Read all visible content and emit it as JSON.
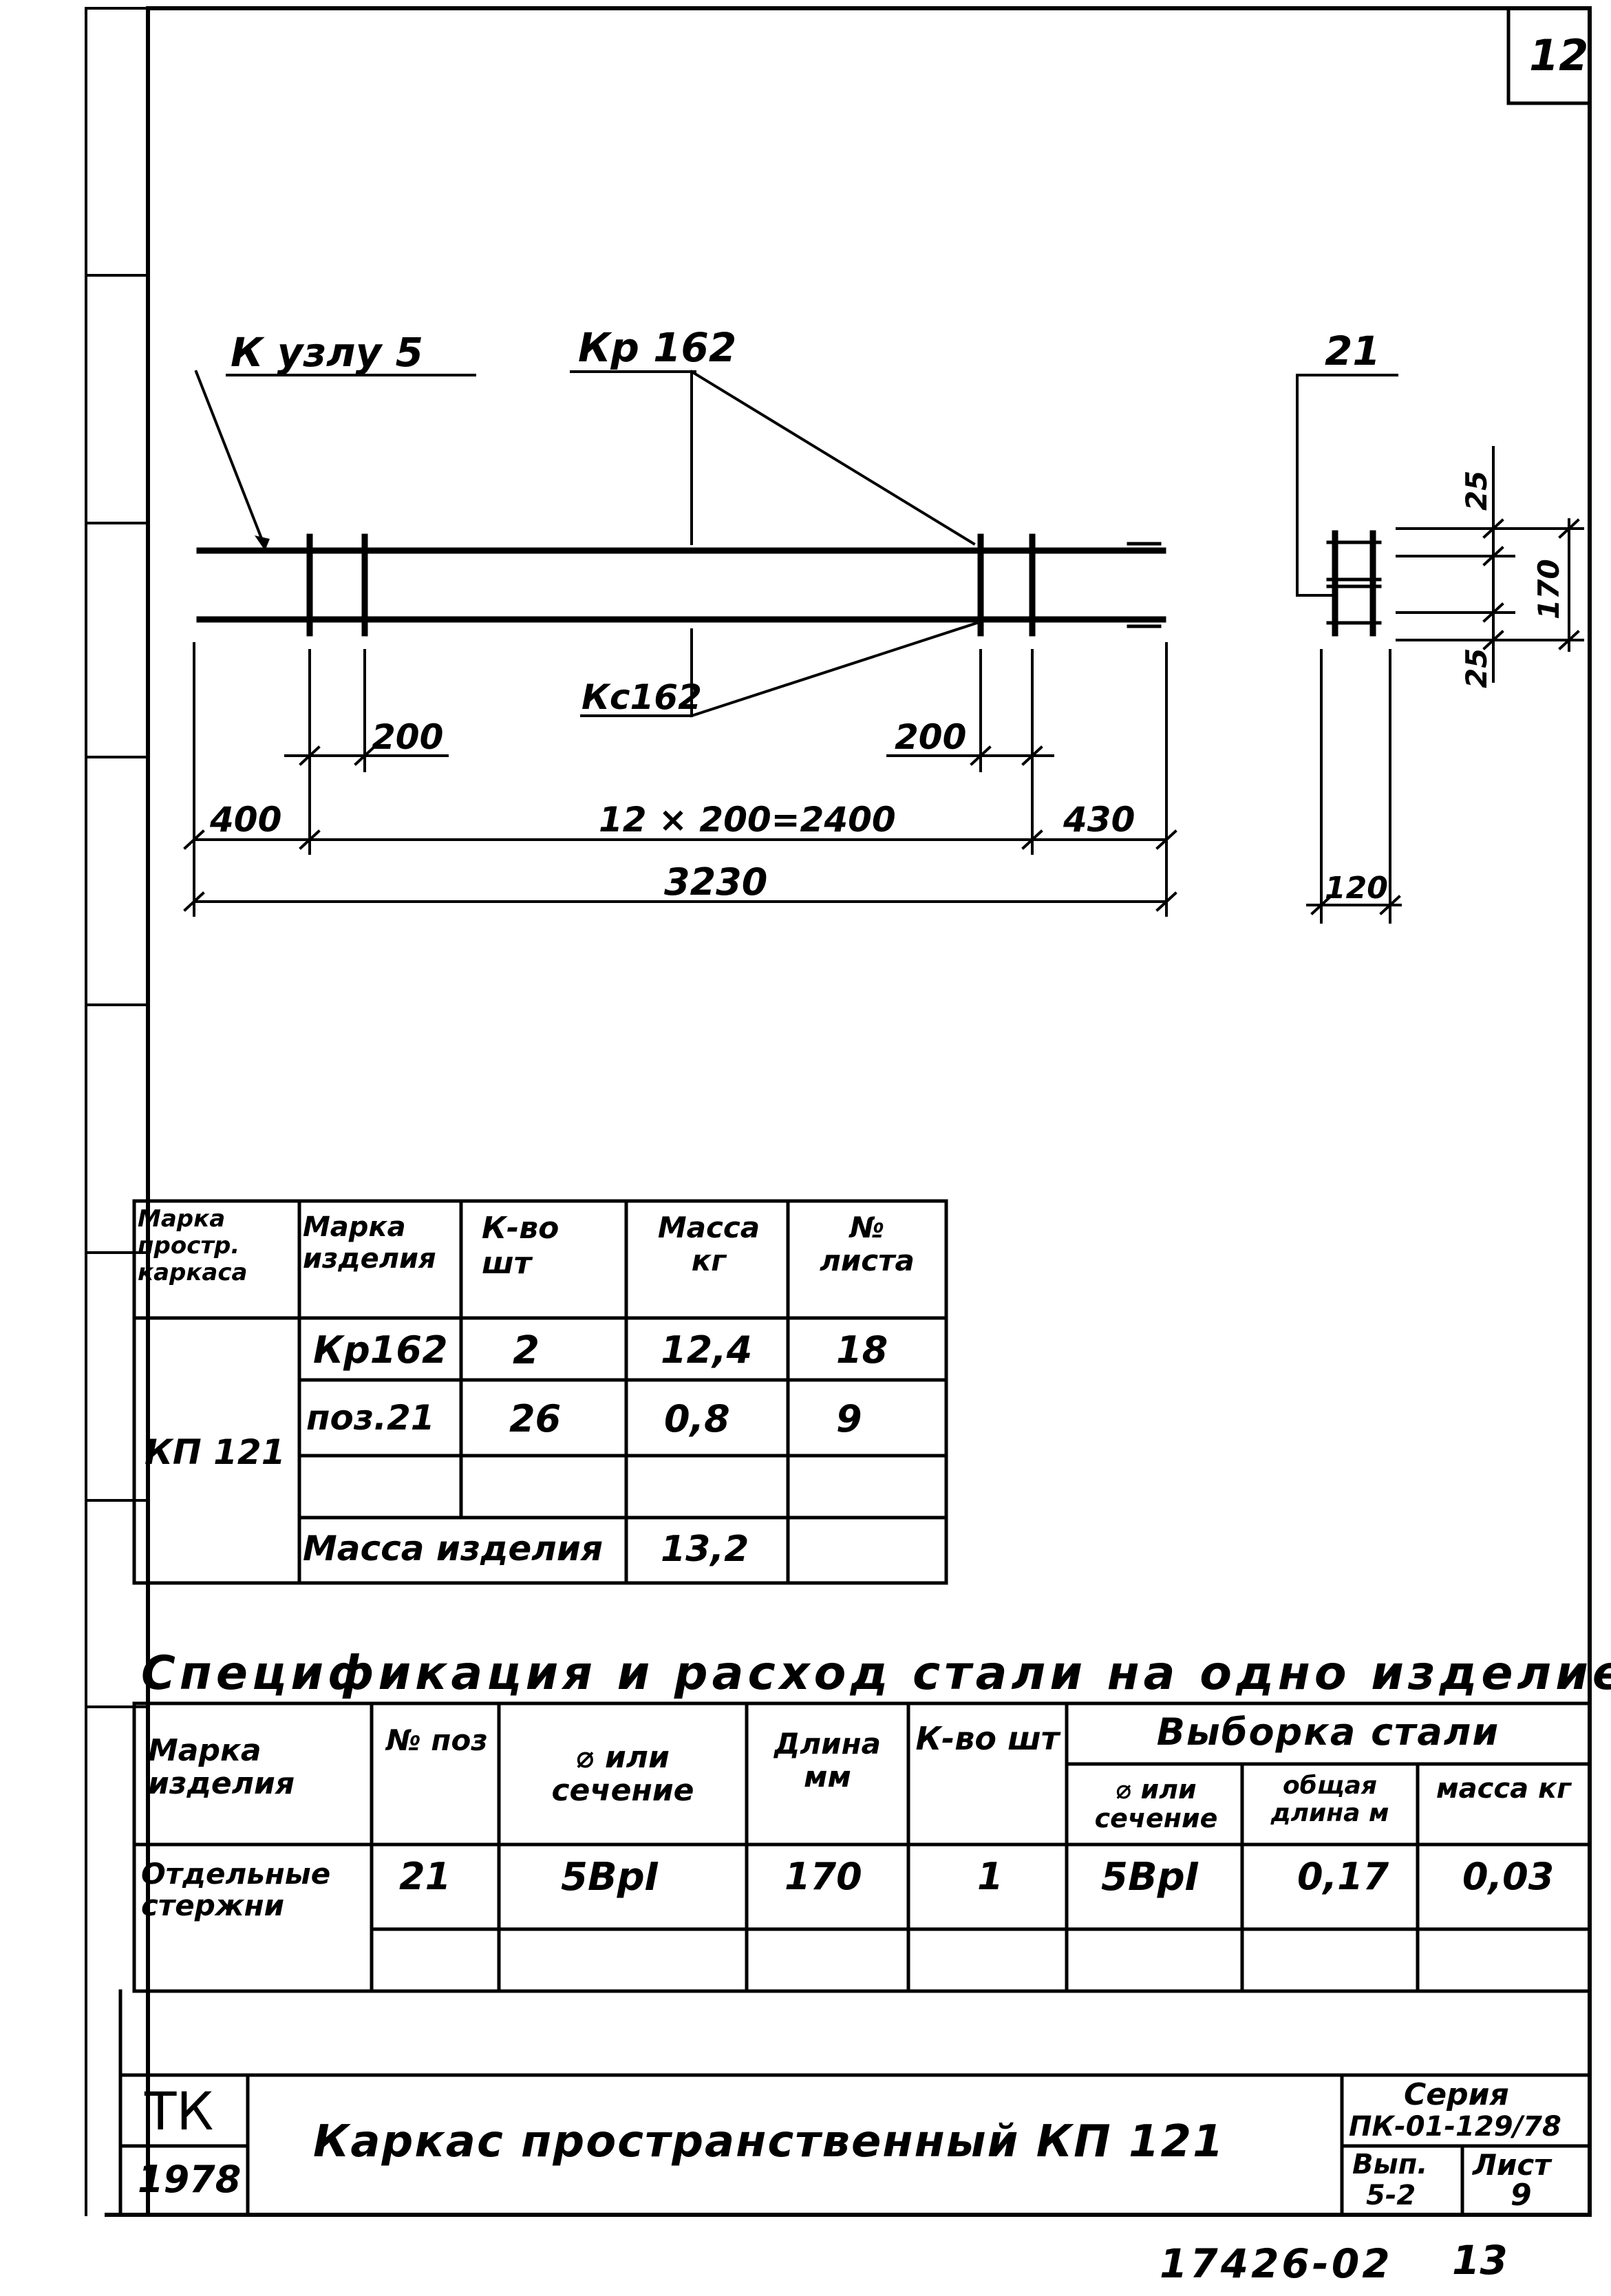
{
  "page_number": "12",
  "footer_code": "17426-02",
  "footer_number": "13",
  "drawing": {
    "callout_node": "К узлу 5",
    "callout_kr": "Кр 162",
    "callout_kc": "Кс162",
    "dim_200_left": "200",
    "dim_200_right": "200",
    "dim_400": "400",
    "dim_span": "12 × 200=2400",
    "dim_430": "430",
    "dim_total": "3230",
    "section_label": "21",
    "section_dim_25_top": "25",
    "section_dim_170": "170",
    "section_dim_25_bottom": "25",
    "section_dim_120": "120"
  },
  "table1": {
    "headers": [
      "Марка простр. каркаса",
      "Марка изделия",
      "К-во шт",
      "Масса кг",
      "№ листа"
    ],
    "frame_mark": "КП 121",
    "rows": [
      {
        "item": "Кр162",
        "qty": "2",
        "mass": "12,4",
        "sheet": "18"
      },
      {
        "item": "поз.21",
        "qty": "26",
        "mass": "0,8",
        "sheet": "9"
      }
    ],
    "total_label": "Масса изделия",
    "total_mass": "13,2"
  },
  "table2": {
    "title": "Спецификация и расход стали на одно изделие",
    "headers": {
      "mark": "Марка изделия",
      "pos": "№ поз",
      "dia": "⌀ или сечение",
      "length": "Длина мм",
      "qty": "К-во шт",
      "sel": "Выборка стали",
      "sel_dia": "⌀ или сечение",
      "sel_len": "общая длина м",
      "sel_mass": "масса кг"
    },
    "row": {
      "mark": "Отдельные стержни",
      "pos": "21",
      "dia": "5ВрI",
      "length": "170",
      "qty": "1",
      "sel_dia": "5ВрI",
      "sel_len": "0,17",
      "sel_mass": "0,03"
    }
  },
  "titleblock": {
    "org": "ТК",
    "year": "1978",
    "name": "Каркас пространственный КП 121",
    "series_label": "Серия",
    "series_value": "ПК-01-129/78",
    "issue_label": "Вып.",
    "issue_value": "5-2",
    "sheet_label": "Лист",
    "sheet_value": "9"
  }
}
